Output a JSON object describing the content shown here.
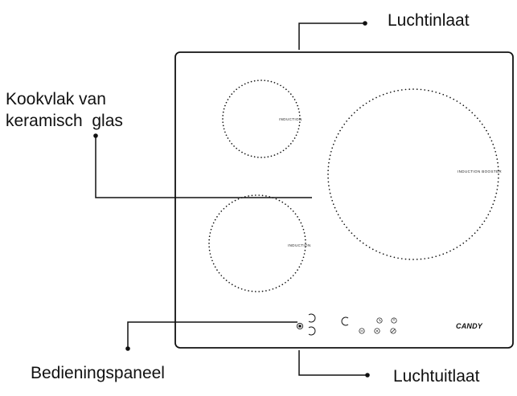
{
  "labels": {
    "air_inlet": "Luchtinlaat",
    "hob_line1": "Kookvlak van",
    "hob_line2": "keramisch  glas",
    "control_panel": "Bedieningspaneel",
    "air_outlet": "Luchtuitlaat"
  },
  "zones": {
    "top_left": "INDUCTION",
    "bottom_left": "INDUCTION",
    "right": "INDUCTION BOOSTER"
  },
  "brand": "CANDY",
  "colors": {
    "line": "#111111",
    "background": "#ffffff"
  }
}
